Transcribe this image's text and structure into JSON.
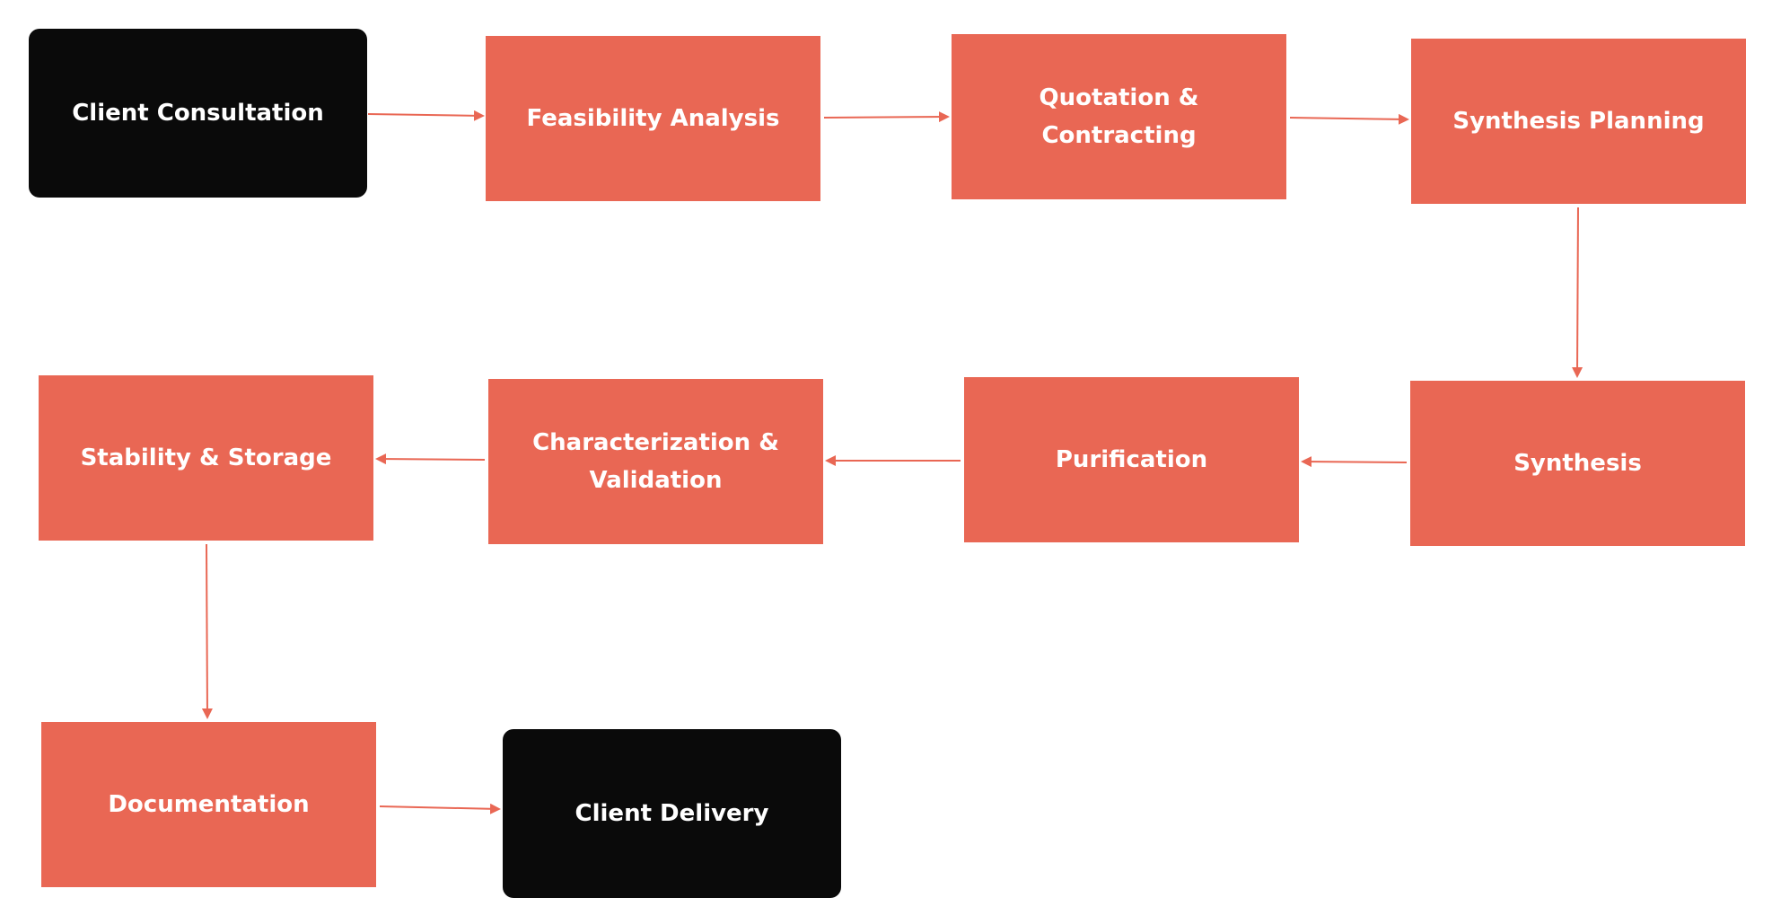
{
  "colors": {
    "process_fill": "#e96754",
    "terminal_fill": "#0a0a0a",
    "text": "#ffffff",
    "arrow": "#e96754"
  },
  "nodes": [
    {
      "id": "client-consultation",
      "type": "terminal",
      "label": "Client Consultation"
    },
    {
      "id": "feasibility-analysis",
      "type": "process",
      "label": "Feasibility Analysis"
    },
    {
      "id": "quotation-contracting",
      "type": "process",
      "label": "Quotation & Contracting"
    },
    {
      "id": "synthesis-planning",
      "type": "process",
      "label": "Synthesis Planning"
    },
    {
      "id": "synthesis",
      "type": "process",
      "label": "Synthesis"
    },
    {
      "id": "purification",
      "type": "process",
      "label": "Purification"
    },
    {
      "id": "characterization-validation",
      "type": "process",
      "label": "Characterization & Validation"
    },
    {
      "id": "stability-storage",
      "type": "process",
      "label": "Stability & Storage"
    },
    {
      "id": "documentation",
      "type": "process",
      "label": "Documentation"
    },
    {
      "id": "client-delivery",
      "type": "terminal",
      "label": "Client Delivery"
    }
  ],
  "edges": [
    {
      "from": "client-consultation",
      "to": "feasibility-analysis"
    },
    {
      "from": "feasibility-analysis",
      "to": "quotation-contracting"
    },
    {
      "from": "quotation-contracting",
      "to": "synthesis-planning"
    },
    {
      "from": "synthesis-planning",
      "to": "synthesis"
    },
    {
      "from": "synthesis",
      "to": "purification"
    },
    {
      "from": "purification",
      "to": "characterization-validation"
    },
    {
      "from": "characterization-validation",
      "to": "stability-storage"
    },
    {
      "from": "stability-storage",
      "to": "documentation"
    },
    {
      "from": "documentation",
      "to": "client-delivery"
    }
  ]
}
